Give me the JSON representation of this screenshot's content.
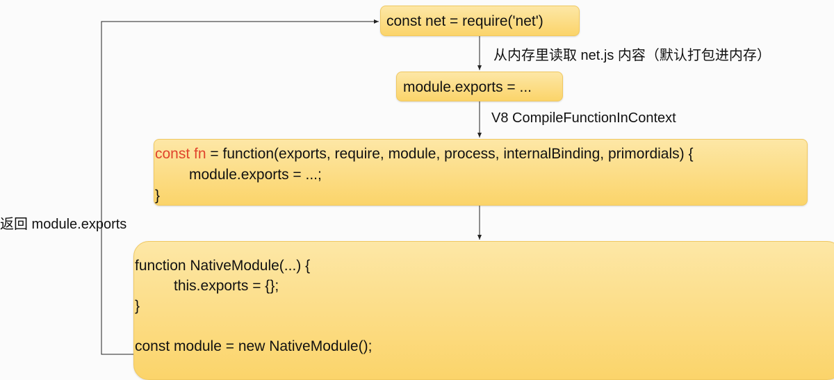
{
  "nodes": {
    "require": "const net = require('net')",
    "exports_assign": "module.exports = ...",
    "fn_keyword": "const fn",
    "fn_rest": " = function(exports, require, module, process, internalBinding, primordials) {",
    "fn_body": "module.exports = ...;",
    "fn_close": "}",
    "native_line1": "function NativeModule(...) {",
    "native_line2": "this.exports = {};",
    "native_line3": "}",
    "native_line4": "const module = new NativeModule();"
  },
  "edges": {
    "read_label": "从内存里读取 net.js 内容（默认打包进内存）",
    "compile_label": "V8 CompileFunctionInContext",
    "return_label": "返回 module.exports"
  },
  "colors": {
    "box_fill": "#fbd46a",
    "keyword": "#e0442c"
  }
}
